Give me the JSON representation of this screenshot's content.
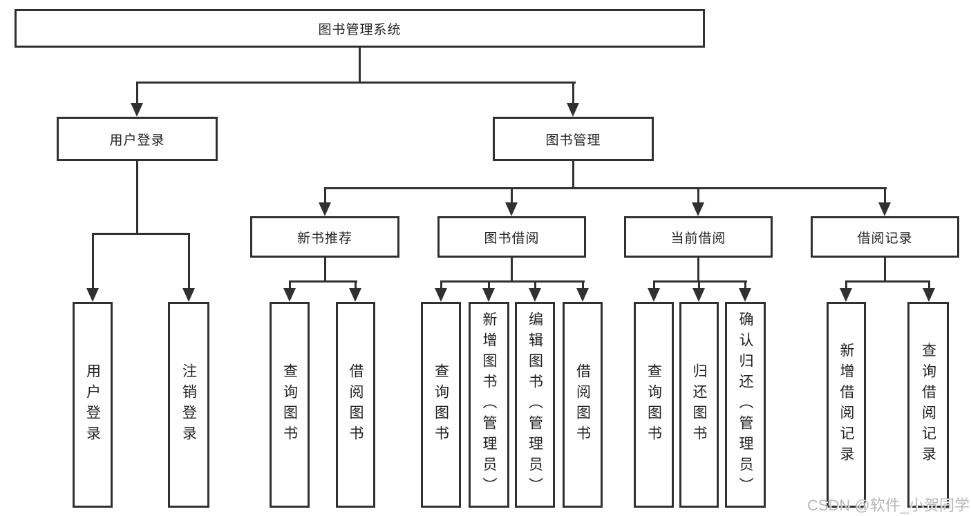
{
  "diagram_title": "图书管理系统",
  "tree": {
    "label": "图书管理系统",
    "children": [
      {
        "label": "用户登录",
        "children": [
          {
            "label": "用户登录"
          },
          {
            "label": "注销登录"
          }
        ]
      },
      {
        "label": "图书管理",
        "children": [
          {
            "label": "新书推荐",
            "children": [
              {
                "label": "查询图书"
              },
              {
                "label": "借阅图书"
              }
            ]
          },
          {
            "label": "图书借阅",
            "children": [
              {
                "label": "查询图书"
              },
              {
                "label": "新增图书（管理员）"
              },
              {
                "label": "编辑图书（管理员）"
              },
              {
                "label": "借阅图书"
              }
            ]
          },
          {
            "label": "当前借阅",
            "children": [
              {
                "label": "查询图书"
              },
              {
                "label": "归还图书"
              },
              {
                "label": "确认归还（管理员）"
              }
            ]
          },
          {
            "label": "借阅记录",
            "children": [
              {
                "label": "新增借阅记录"
              },
              {
                "label": "查询借阅记录"
              }
            ]
          }
        ]
      }
    ]
  },
  "watermark": {
    "text": "CSDN @软件_小贺同学"
  },
  "colors": {
    "line": "#303030",
    "box_border": "#303030",
    "box_fill": "#ffffff",
    "text": "#222222",
    "watermark": "#b9b9b9",
    "background": "#ffffff"
  }
}
